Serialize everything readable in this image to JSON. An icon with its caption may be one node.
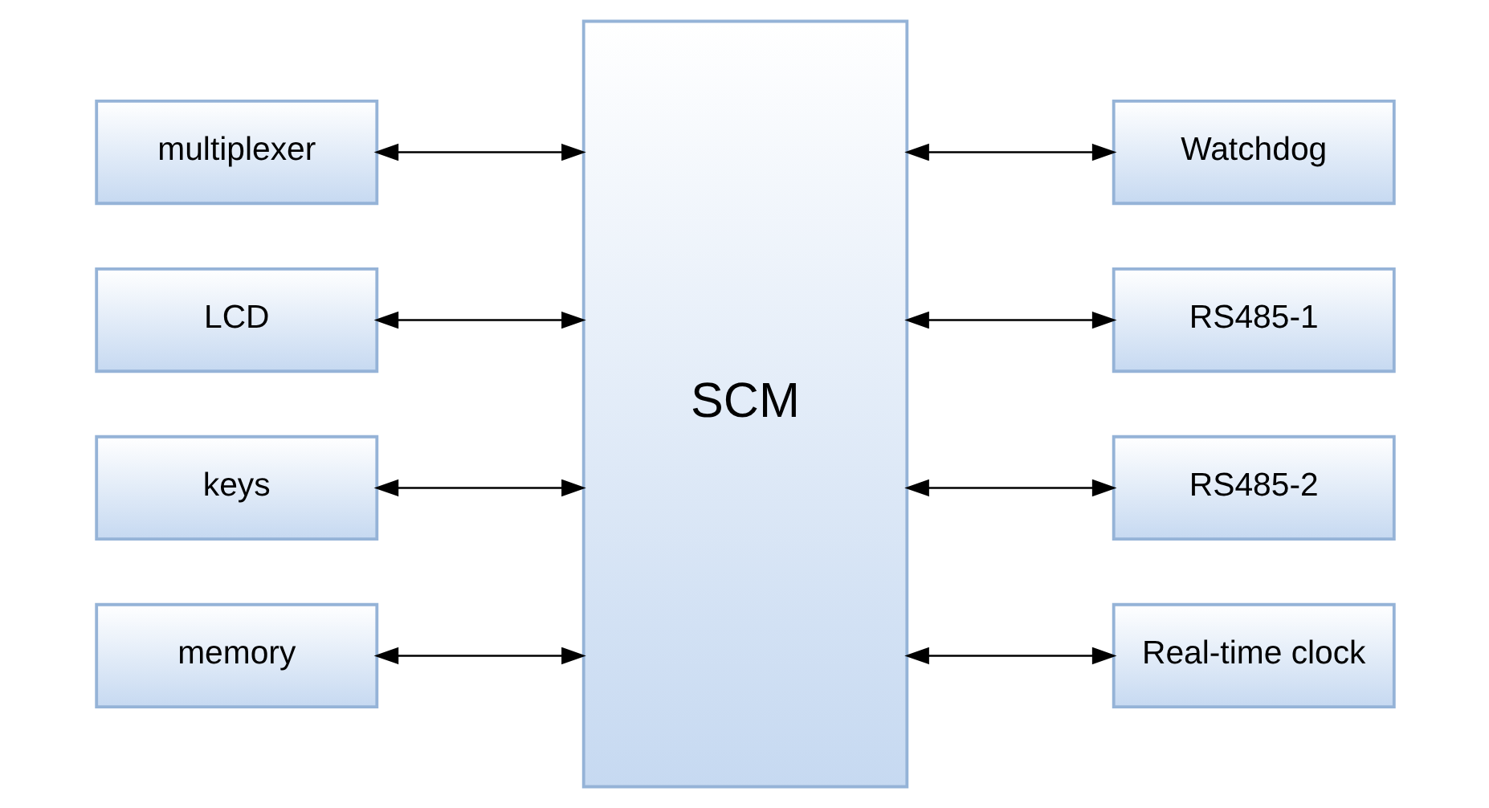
{
  "diagram": {
    "nodes": [
      {
        "text": [
          "multiplexer"
        ]
      },
      {
        "text": [
          "LCD"
        ]
      },
      {
        "text": [
          "keys"
        ]
      },
      {
        "text": [
          "memory"
        ]
      },
      {
        "text": [
          "SCM"
        ]
      },
      {
        "text": [
          "Watchdog"
        ]
      },
      {
        "text": [
          "RS485-1"
        ]
      },
      {
        "text": [
          "RS485-2"
        ]
      },
      {
        "text": [
          "Real-time clock"
        ]
      }
    ],
    "edges": [
      {
        "from": 0,
        "to": 4,
        "arrow": "both"
      },
      {
        "from": 1,
        "to": 4,
        "arrow": "both"
      },
      {
        "from": 2,
        "to": 4,
        "arrow": "both"
      },
      {
        "from": 3,
        "to": 4,
        "arrow": "both"
      },
      {
        "from": 4,
        "to": 5,
        "arrow": "both"
      },
      {
        "from": 4,
        "to": 6,
        "arrow": "both"
      },
      {
        "from": 4,
        "to": 7,
        "arrow": "both"
      },
      {
        "from": 4,
        "to": 8,
        "arrow": "both"
      }
    ]
  }
}
